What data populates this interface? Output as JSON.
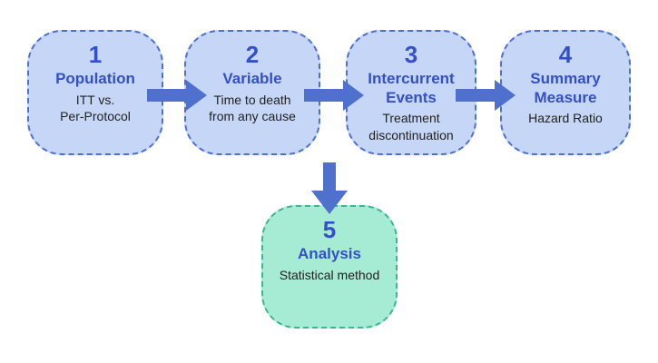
{
  "diagram": {
    "name": "five-step-estimand-flow",
    "colors": {
      "box_blue_fill": "#c6d6f7",
      "box_blue_border": "#4d6fd0",
      "box_green_fill": "#a6ebd3",
      "box_green_border": "#3eb592",
      "heading_blue": "#3450c6",
      "arrow_blue": "#4f70cc",
      "body_text": "#212121"
    },
    "steps": [
      {
        "number": "1",
        "title": "Population",
        "body": "ITT vs.\nPer-Protocol"
      },
      {
        "number": "2",
        "title": "Variable",
        "body": "Time to death\nfrom any cause"
      },
      {
        "number": "3",
        "title": "Intercurrent\nEvents",
        "body": "Treatment\ndiscontinuation"
      },
      {
        "number": "4",
        "title": "Summary\nMeasure",
        "body": "Hazard Ratio"
      },
      {
        "number": "5",
        "title": "Analysis",
        "body": "Statistical method"
      }
    ]
  }
}
